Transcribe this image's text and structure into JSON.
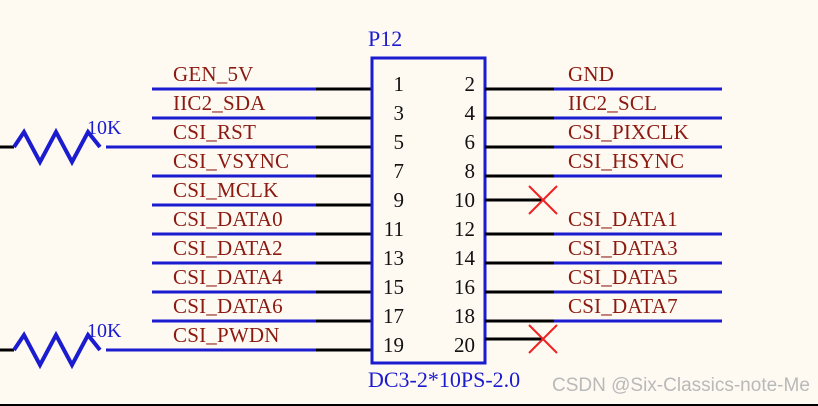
{
  "sheet": {
    "background_color": "#fefaf2",
    "net_label_color": "#8b1a11",
    "wire_color_black": "#000000",
    "net_color_blue": "#1b1bcf",
    "nc_color": "#ee2222",
    "pin_number_color": "#111111"
  },
  "connector": {
    "designator": "P12",
    "footprint": "DC3-2*10PS-2.0",
    "pin_count": 20,
    "left_pin_numbers": [
      "1",
      "3",
      "5",
      "7",
      "9",
      "11",
      "13",
      "15",
      "17",
      "19"
    ],
    "right_pin_numbers": [
      "2",
      "4",
      "6",
      "8",
      "10",
      "12",
      "14",
      "16",
      "18",
      "20"
    ]
  },
  "left_nets": [
    {
      "pin": "1",
      "label": "GEN_5V",
      "has_pullup": false,
      "no_connect": false
    },
    {
      "pin": "3",
      "label": "IIC2_SDA",
      "has_pullup": false,
      "no_connect": false
    },
    {
      "pin": "5",
      "label": "CSI_RST",
      "has_pullup": true,
      "no_connect": false
    },
    {
      "pin": "7",
      "label": "CSI_VSYNC",
      "has_pullup": false,
      "no_connect": false
    },
    {
      "pin": "9",
      "label": "CSI_MCLK",
      "has_pullup": false,
      "no_connect": false
    },
    {
      "pin": "11",
      "label": "CSI_DATA0",
      "has_pullup": false,
      "no_connect": false
    },
    {
      "pin": "13",
      "label": "CSI_DATA2",
      "has_pullup": false,
      "no_connect": false
    },
    {
      "pin": "15",
      "label": "CSI_DATA4",
      "has_pullup": false,
      "no_connect": false
    },
    {
      "pin": "17",
      "label": "CSI_DATA6",
      "has_pullup": false,
      "no_connect": false
    },
    {
      "pin": "19",
      "label": "CSI_PWDN",
      "has_pullup": true,
      "no_connect": false
    }
  ],
  "right_nets": [
    {
      "pin": "2",
      "label": "GND",
      "no_connect": false
    },
    {
      "pin": "4",
      "label": "IIC2_SCL",
      "no_connect": false
    },
    {
      "pin": "6",
      "label": "CSI_PIXCLK",
      "no_connect": false
    },
    {
      "pin": "8",
      "label": "CSI_HSYNC",
      "no_connect": false
    },
    {
      "pin": "10",
      "label": "",
      "no_connect": true
    },
    {
      "pin": "12",
      "label": "CSI_DATA1",
      "no_connect": false
    },
    {
      "pin": "14",
      "label": "CSI_DATA3",
      "no_connect": false
    },
    {
      "pin": "16",
      "label": "CSI_DATA5",
      "no_connect": false
    },
    {
      "pin": "18",
      "label": "CSI_DATA7",
      "no_connect": false
    },
    {
      "pin": "20",
      "label": "",
      "no_connect": true
    }
  ],
  "resistors": [
    {
      "id": "r-top",
      "value": "10K"
    },
    {
      "id": "r-bottom",
      "value": "10K"
    }
  ],
  "watermark": {
    "text": "CSDN @Six-Classics-note-Me"
  }
}
